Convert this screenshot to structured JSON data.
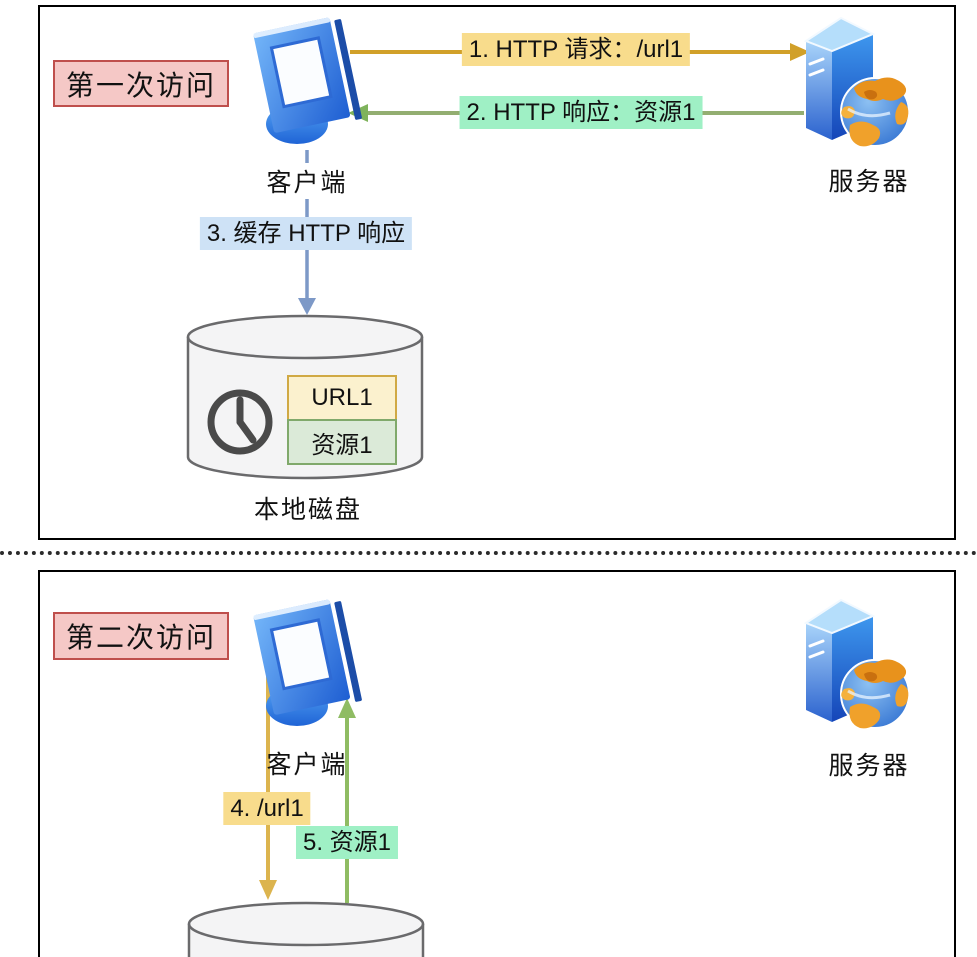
{
  "panel_first": {
    "badge": "第一次访问",
    "client_label": "客户端",
    "server_label": "服务器",
    "arrow_request": "1. HTTP 请求：/url1",
    "arrow_response": "2. HTTP 响应：资源1",
    "arrow_cache": "3. 缓存 HTTP 响应",
    "disk_label": "本地磁盘",
    "cache_rows": [
      {
        "label": "URL1"
      },
      {
        "label": "资源1"
      }
    ]
  },
  "panel_second": {
    "badge": "第二次访问",
    "client_label": "客户端",
    "server_label": "服务器",
    "arrow_request": "4. /url1",
    "arrow_response": "5. 资源1"
  },
  "colors": {
    "request_arrow": "#D1A029",
    "response_arrow": "#93AE71",
    "response_arrowhead": "#7FB35C",
    "cache_arrow": "#7D99C7",
    "second_request_arrow": "#DCB44E",
    "second_response_arrow": "#8FBC63",
    "request_label_bg": "#F8DC8C",
    "response_label_bg": "#9FF0C5",
    "cache_label_bg": "#CEE2F6",
    "badge_bg": "#F5C8C6",
    "badge_border": "#BF4F4C",
    "row_url_bg": "#FBF1CE",
    "row_url_border": "#D0A944",
    "row_resource_bg": "#DBEAD8",
    "row_resource_border": "#80A96B",
    "disk_fill": "#F4F4F5",
    "disk_stroke": "#6A6A6C"
  }
}
